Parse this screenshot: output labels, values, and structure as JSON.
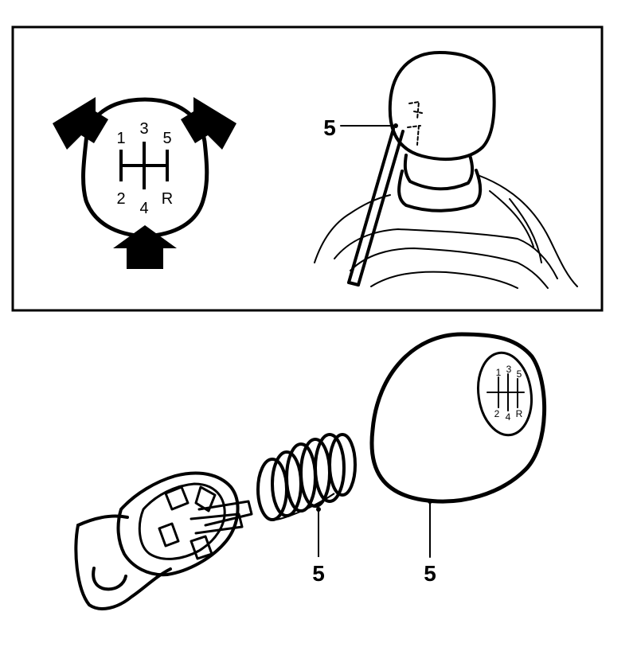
{
  "inset_gear_pattern": {
    "top_row": [
      "1",
      "3",
      "5"
    ],
    "bottom_row": [
      "2",
      "4",
      "R"
    ]
  },
  "knob_gear_pattern": {
    "top_row": [
      "1",
      "3",
      "5"
    ],
    "bottom_row": [
      "2",
      "4",
      "R"
    ]
  },
  "callouts": {
    "inset_emblem": "5",
    "spring": "5",
    "knob": "5"
  },
  "colors": {
    "line": "#000000",
    "background": "#ffffff",
    "arrow_fill": "#000000"
  },
  "icons": [
    "arrow-down-right-icon",
    "arrow-down-left-icon",
    "arrow-up-icon"
  ]
}
